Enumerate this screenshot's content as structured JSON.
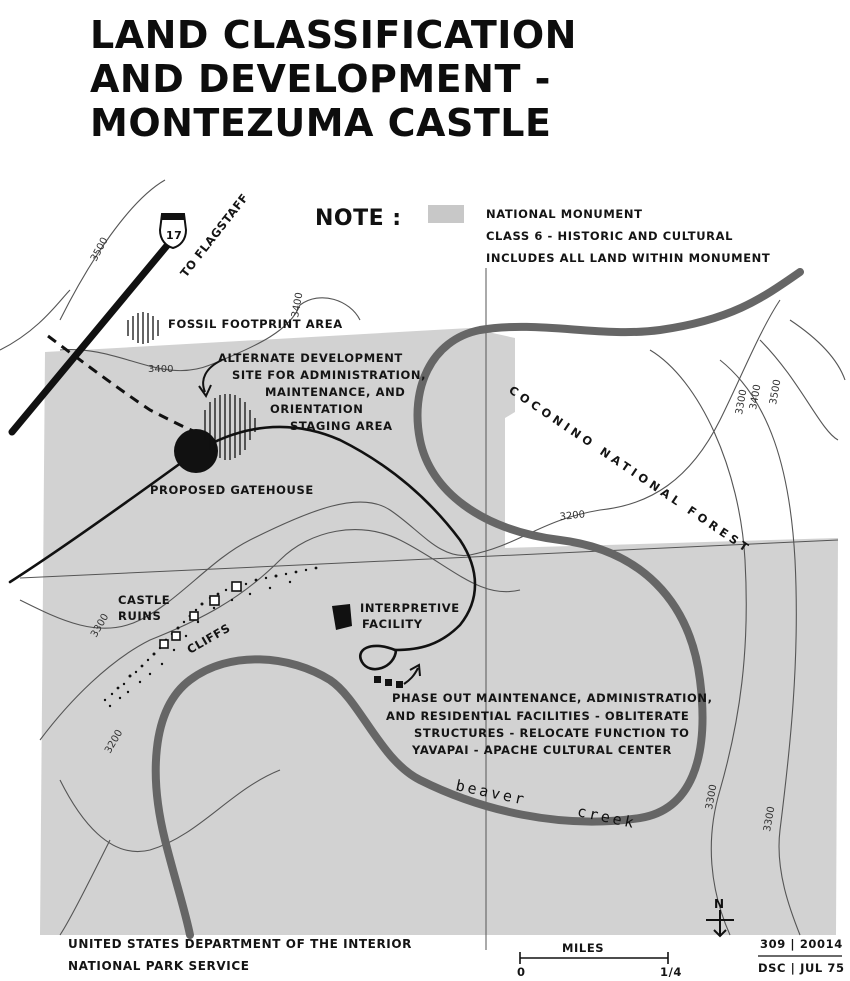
{
  "title": {
    "line1": "LAND CLASSIFICATION",
    "line2": "AND DEVELOPMENT -",
    "line3": "MONTEZUMA CASTLE"
  },
  "note": {
    "label": "NOTE :",
    "line1": "NATIONAL MONUMENT",
    "line2": "CLASS 6 - HISTORIC AND CULTURAL",
    "line3": "INCLUDES ALL LAND WITHIN MONUMENT",
    "swatch_color": "#c8c8c8"
  },
  "highway": {
    "shield_number": "17",
    "to_label": "TO FLAGSTAFF"
  },
  "labels": {
    "fossil": "FOSSIL FOOTPRINT AREA",
    "alternate_1": "ALTERNATE DEVELOPMENT",
    "alternate_2": "SITE FOR ADMINISTRATION,",
    "alternate_3": "MAINTENANCE, AND",
    "alternate_4": "ORIENTATION",
    "alternate_5": "STAGING AREA",
    "gatehouse": "PROPOSED GATEHOUSE",
    "forest": "COCONINO NATIONAL FOREST",
    "castle_1": "CASTLE",
    "castle_2": "RUINS",
    "cliffs": "CLIFFS",
    "interp_1": "INTERPRETIVE",
    "interp_2": "FACILITY",
    "phase_1": "PHASE OUT MAINTENANCE, ADMINISTRATION,",
    "phase_2": "AND RESIDENTIAL FACILITIES - OBLITERATE",
    "phase_3": "STRUCTURES - RELOCATE FUNCTION TO",
    "phase_4": "YAVAPAI - APACHE CULTURAL CENTER",
    "creek": "beaver creek"
  },
  "contours": {
    "c3500": "3500",
    "c3400_a": "3400",
    "c3400_b": "3400",
    "c3400_c": "3400",
    "c3300_a": "3300",
    "c3300_b": "3300",
    "c3300_c": "3300",
    "c3200_a": "3200",
    "c3200_b": "3200",
    "c3500_b": "3500",
    "c3300_d": "3300"
  },
  "footer": {
    "agency_1": "UNITED STATES DEPARTMENT OF THE INTERIOR",
    "agency_2": "NATIONAL PARK SERVICE",
    "scale_label": "MILES",
    "scale_start": "0",
    "scale_end": "1/4",
    "drawing_no": "309 | 20014",
    "drawing_date": "DSC | JUL 75",
    "north": "N"
  },
  "colors": {
    "monument_fill": "#d2d2d2",
    "river": "#666666",
    "ink": "#111111"
  }
}
